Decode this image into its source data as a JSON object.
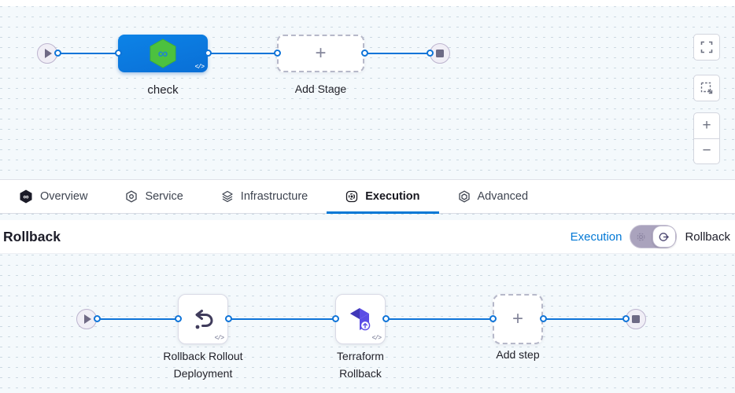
{
  "canvas_top": {
    "stage": {
      "label": "check",
      "code_icon": "</>"
    },
    "add_stage": {
      "label": "Add Stage",
      "plus": "+"
    },
    "zoom_controls": {
      "zoom_in": "+",
      "zoom_out": "−"
    }
  },
  "tabs": {
    "items": [
      {
        "label": "Overview",
        "icon": "harness-logo-icon",
        "active": false
      },
      {
        "label": "Service",
        "icon": "service-icon",
        "active": false
      },
      {
        "label": "Infrastructure",
        "icon": "infrastructure-icon",
        "active": false
      },
      {
        "label": "Execution",
        "icon": "execution-icon",
        "active": true
      },
      {
        "label": "Advanced",
        "icon": "advanced-icon",
        "active": false
      }
    ]
  },
  "rollback_section": {
    "heading": "Rollback",
    "mode_switch": {
      "left_label": "Execution",
      "right_label": "Rollback",
      "selected": "Rollback"
    },
    "steps": [
      {
        "label": "Rollback Rollout Deployment",
        "icon": "undo-arrow-icon",
        "code_icon": "</>"
      },
      {
        "label": "Terraform Rollback",
        "icon": "terraform-icon",
        "code_icon": "</>"
      }
    ],
    "add_step": {
      "label": "Add step",
      "plus": "+"
    }
  },
  "colors": {
    "edge_blue": "#0f74d8",
    "accent_blue": "#0278d5",
    "stage_blue": "#0a78de",
    "harness_green": "#4cc13f",
    "terraform_purple": "#5c4ee5",
    "canvas_bg": "#f4f9fc"
  }
}
